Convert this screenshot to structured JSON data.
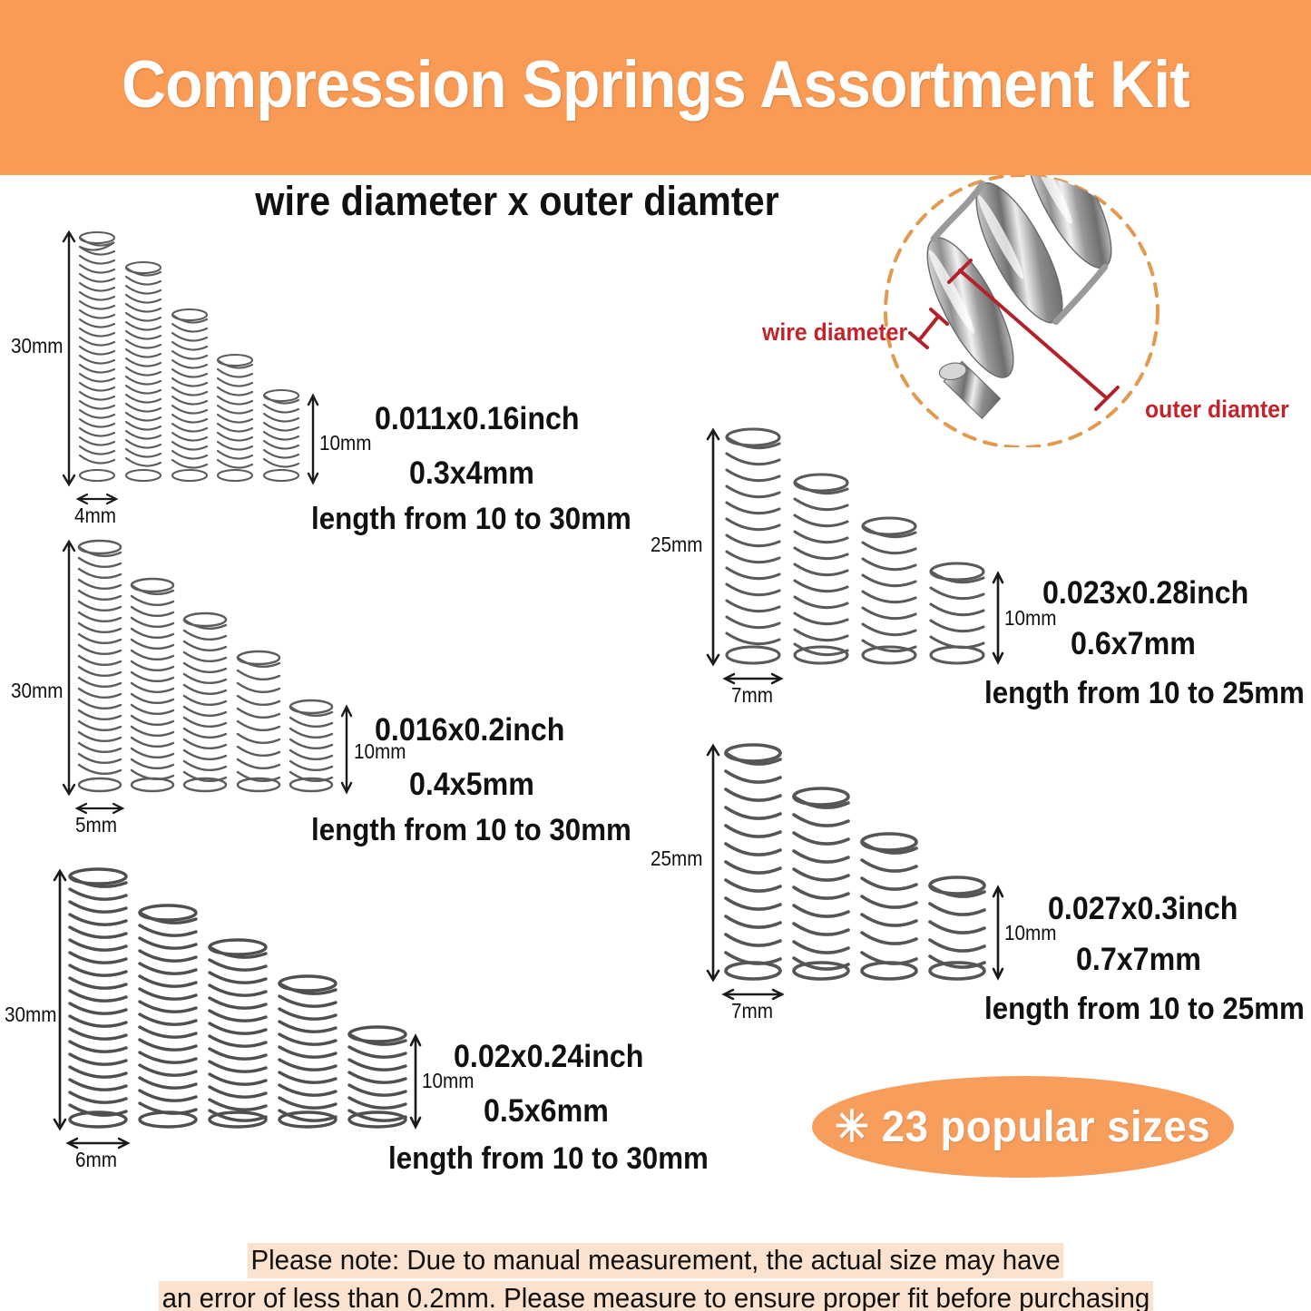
{
  "header": {
    "title": "Compression Springs Assortment Kit",
    "subtitle": "wire diameter x outer diamter",
    "banner_color": "#F99B55"
  },
  "detail_callout": {
    "wire_label": "wire diameter",
    "outer_label": "outer diamter",
    "label_color": "#C3242B",
    "circle_border_color": "#E39A4E"
  },
  "groups": [
    {
      "id": "group-0-3x4",
      "height_label": "30mm",
      "width_label": "4mm",
      "short_label": "10mm",
      "spec_inch": "0.011x0.16inch",
      "spec_mm": "0.3x4mm",
      "length_text": "length from 10 to 30mm",
      "spring_count": 5
    },
    {
      "id": "group-0-4x5",
      "height_label": "30mm",
      "width_label": "5mm",
      "short_label": "10mm",
      "spec_inch": "0.016x0.2inch",
      "spec_mm": "0.4x5mm",
      "length_text": "length from 10 to 30mm",
      "spring_count": 5
    },
    {
      "id": "group-0-5x6",
      "height_label": "30mm",
      "width_label": "6mm",
      "short_label": "10mm",
      "spec_inch": "0.02x0.24inch",
      "spec_mm": "0.5x6mm",
      "length_text": "length from 10 to 30mm",
      "spring_count": 5
    },
    {
      "id": "group-0-6x7",
      "height_label": "25mm",
      "width_label": "7mm",
      "short_label": "10mm",
      "spec_inch": "0.023x0.28inch",
      "spec_mm": "0.6x7mm",
      "length_text": "length from 10 to 25mm",
      "spring_count": 4
    },
    {
      "id": "group-0-7x7",
      "height_label": "25mm",
      "width_label": "7mm",
      "short_label": "10mm",
      "spec_inch": "0.027x0.3inch",
      "spec_mm": "0.7x7mm",
      "length_text": "length from 10 to 25mm",
      "spring_count": 4
    }
  ],
  "badge": {
    "text": "✳ 23 popular sizes",
    "color": "#F79E5D"
  },
  "note": {
    "line1": "Please note: Due to manual measurement, the actual size may have",
    "line2": "an error of less than 0.2mm.  Please measure to ensure proper fit before purchasing",
    "highlight_color": "#FBE2CE"
  }
}
